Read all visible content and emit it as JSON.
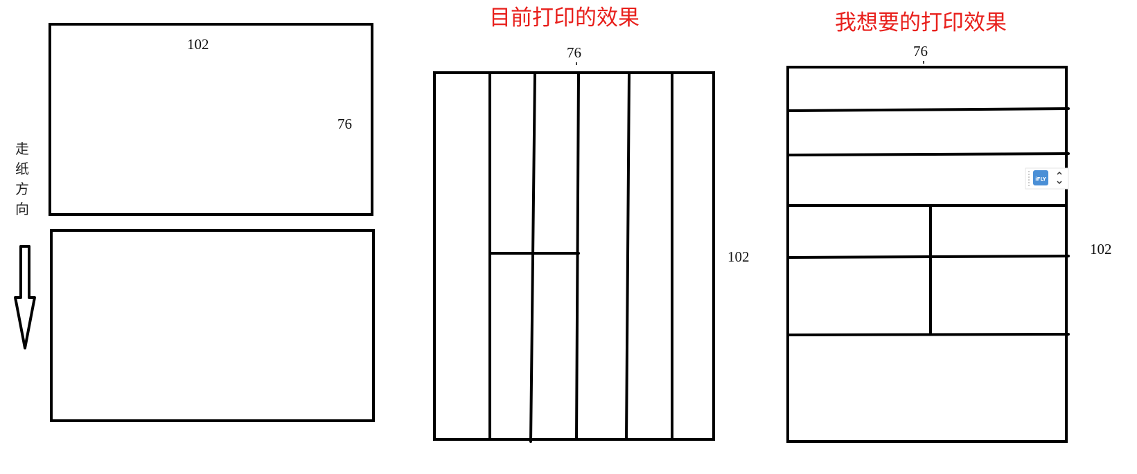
{
  "left": {
    "dim_width": "102",
    "dim_height": "76",
    "feed_label": [
      "走",
      "纸",
      "方",
      "向"
    ]
  },
  "middle": {
    "title": "目前打印的效果",
    "dim_top": "76",
    "dim_side": "102"
  },
  "right": {
    "title": "我想要的打印效果",
    "dim_top": "76",
    "dim_side": "102",
    "widget_text": "iFLY"
  },
  "colors": {
    "title": "#e8201c",
    "lines": "#000000",
    "widget": "#4a8fd6"
  }
}
